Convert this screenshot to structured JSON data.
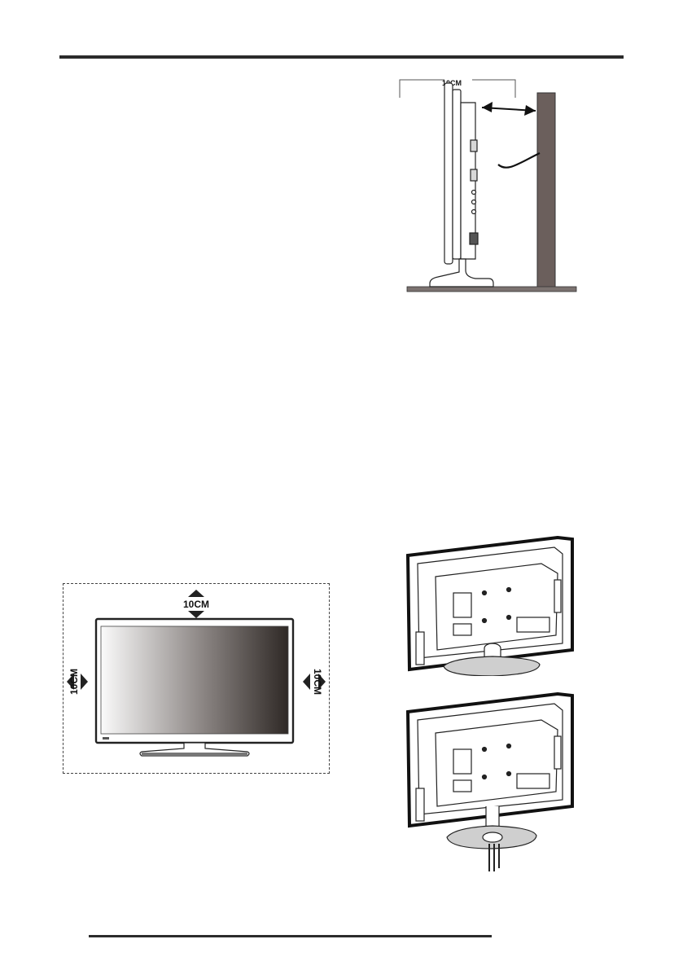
{
  "figures": {
    "side_clearance": {
      "label": "10CM"
    },
    "front_clearance": {
      "top_label": "10CM",
      "left_label": "10CM",
      "right_label": "10CM"
    },
    "rear_views": {}
  }
}
